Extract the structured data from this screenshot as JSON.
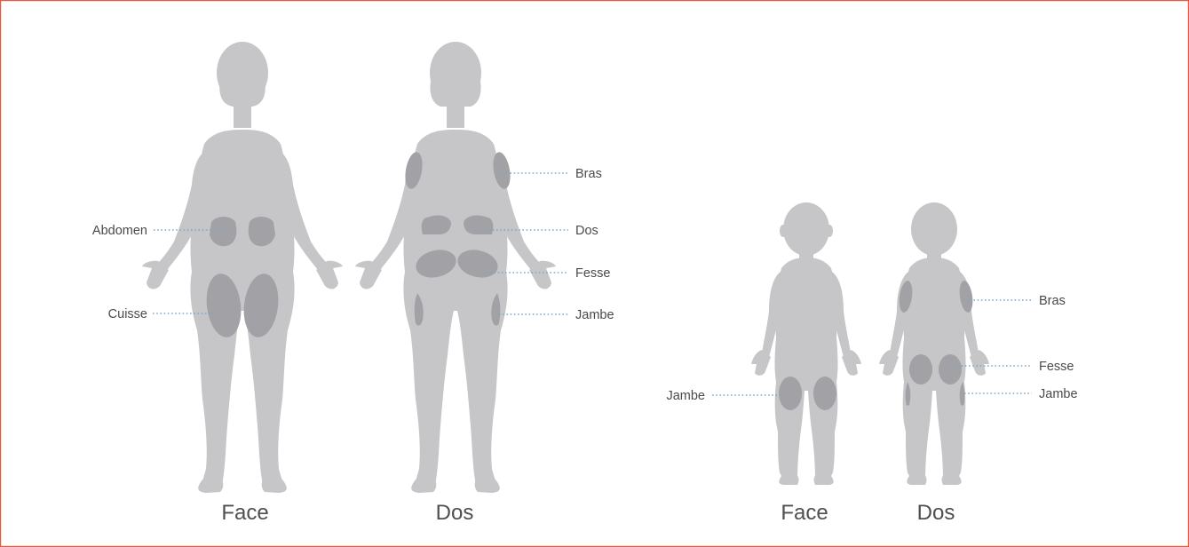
{
  "adult": {
    "front_caption": "Face",
    "back_caption": "Dos",
    "labels": {
      "abdomen": "Abdomen",
      "cuisse": "Cuisse",
      "bras": "Bras",
      "dos": "Dos",
      "fesse": "Fesse",
      "jambe": "Jambe"
    }
  },
  "child": {
    "front_caption": "Face",
    "back_caption": "Dos",
    "labels": {
      "jambe_front": "Jambe",
      "bras": "Bras",
      "fesse": "Fesse",
      "jambe_back": "Jambe"
    }
  },
  "colors": {
    "frame": "#e35a3f",
    "silhouette": "#c6c6c8",
    "injection_zone": "#a2a2a6",
    "leader_line": "#7fa6c9"
  }
}
